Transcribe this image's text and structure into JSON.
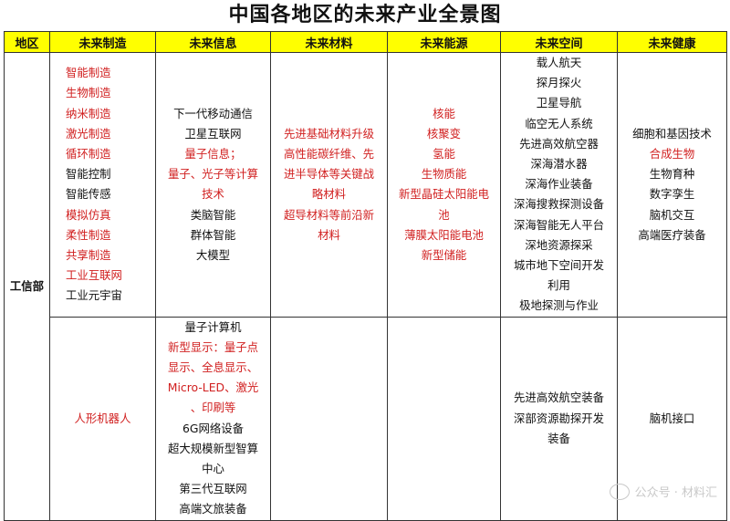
{
  "title": "中国各地区的未来产业全景图",
  "headers": [
    "地区",
    "未来制造",
    "未来信息",
    "未来材料",
    "未来能源",
    "未来空间",
    "未来健康"
  ],
  "region": "工信部",
  "rows": [
    {
      "manufacturing": [
        {
          "t": "智能制造",
          "red": true
        },
        {
          "t": "生物制造",
          "red": true
        },
        {
          "t": "纳米制造",
          "red": true
        },
        {
          "t": "激光制造",
          "red": true
        },
        {
          "t": "循环制造",
          "red": true
        },
        {
          "t": "智能控制",
          "red": false
        },
        {
          "t": "智能传感",
          "red": false
        },
        {
          "t": "模拟仿真",
          "red": true
        },
        {
          "t": "柔性制造",
          "red": true
        },
        {
          "t": "共享制造",
          "red": true
        },
        {
          "t": "工业互联网",
          "red": true
        },
        {
          "t": "工业元宇宙",
          "red": false
        }
      ],
      "information": [
        {
          "t": "下一代移动通信",
          "red": false
        },
        {
          "t": "卫星互联网",
          "red": false
        },
        {
          "t": "量子信息；",
          "red": true
        },
        {
          "t": "量子、光子等计算",
          "red": true
        },
        {
          "t": "技术",
          "red": true
        },
        {
          "t": "类脑智能",
          "red": false
        },
        {
          "t": "群体智能",
          "red": false
        },
        {
          "t": "大模型",
          "red": false
        }
      ],
      "materials": [
        {
          "t": "先进基础材料升级",
          "red": true
        },
        {
          "t": "高性能碳纤维、先",
          "red": true
        },
        {
          "t": "进半导体等关键战",
          "red": true
        },
        {
          "t": "略材料",
          "red": true
        },
        {
          "t": "超导材料等前沿新",
          "red": true
        },
        {
          "t": "材料",
          "red": true
        }
      ],
      "energy": [
        {
          "t": "核能",
          "red": true
        },
        {
          "t": "核聚变",
          "red": true
        },
        {
          "t": "氢能",
          "red": true
        },
        {
          "t": "生物质能",
          "red": true
        },
        {
          "t": "新型晶硅太阳能电",
          "red": true
        },
        {
          "t": "池",
          "red": true
        },
        {
          "t": "薄膜太阳能电池",
          "red": true
        },
        {
          "t": "新型储能",
          "red": true
        }
      ],
      "space": [
        {
          "t": "载人航天",
          "red": false
        },
        {
          "t": "探月探火",
          "red": false
        },
        {
          "t": "卫星导航",
          "red": false
        },
        {
          "t": "临空无人系统",
          "red": false
        },
        {
          "t": "先进高效航空器",
          "red": false
        },
        {
          "t": "深海潜水器",
          "red": false
        },
        {
          "t": "深海作业装备",
          "red": false
        },
        {
          "t": "深海搜救探测设备",
          "red": false
        },
        {
          "t": "深海智能无人平台",
          "red": false
        },
        {
          "t": "深地资源探采",
          "red": false
        },
        {
          "t": "城市地下空间开发",
          "red": false
        },
        {
          "t": "利用",
          "red": false
        },
        {
          "t": "极地探测与作业",
          "red": false
        }
      ],
      "health": [
        {
          "t": "细胞和基因技术",
          "red": false
        },
        {
          "t": "合成生物",
          "red": true
        },
        {
          "t": "生物育种",
          "red": false
        },
        {
          "t": "数字孪生",
          "red": false
        },
        {
          "t": "脑机交互",
          "red": false
        },
        {
          "t": "高端医疗装备",
          "red": false
        }
      ]
    },
    {
      "manufacturing": [
        {
          "t": "人形机器人",
          "red": true
        }
      ],
      "information": [
        {
          "t": "量子计算机",
          "red": false
        },
        {
          "t": "新型显示：量子点",
          "red": true
        },
        {
          "t": "显示、全息显示、",
          "red": true
        },
        {
          "t": "Micro-LED、激光",
          "red": true
        },
        {
          "t": "、印刷等",
          "red": true
        },
        {
          "t": "6G网络设备",
          "red": false
        },
        {
          "t": "超大规模新型智算",
          "red": false
        },
        {
          "t": "中心",
          "red": false
        },
        {
          "t": "第三代互联网",
          "red": false
        },
        {
          "t": "高端文旅装备",
          "red": false
        }
      ],
      "materials": [],
      "energy": [],
      "space": [
        {
          "t": "先进高效航空装备",
          "red": false
        },
        {
          "t": "深部资源勘探开发",
          "red": false
        },
        {
          "t": "装备",
          "red": false
        }
      ],
      "health": [
        {
          "t": "脑机接口",
          "red": false
        }
      ]
    }
  ],
  "watermark": "公众号 · 材料汇"
}
